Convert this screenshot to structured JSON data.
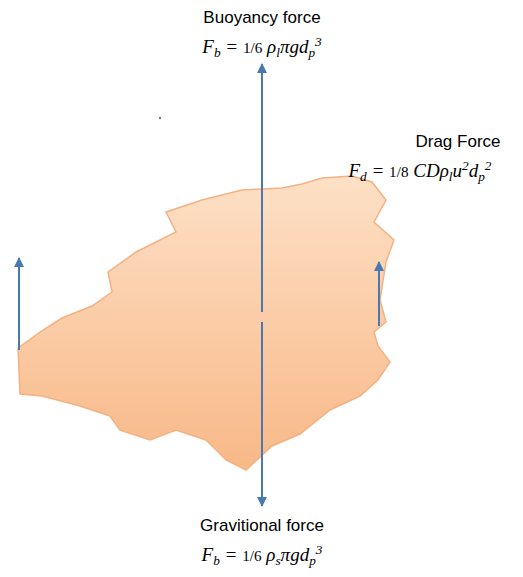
{
  "diagram": {
    "labels": [
      "Buoyancy force",
      "Fb = 1/6 ρlπgdp3",
      "Drag Force",
      "Fd = 1/8 CDρlu2dp2",
      "Gravitional force",
      "Fb = 1/6 ρsπgdp3"
    ]
  }
}
